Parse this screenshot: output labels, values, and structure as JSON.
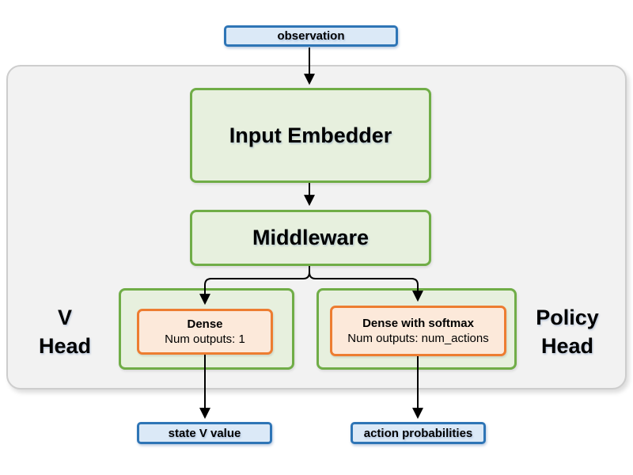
{
  "diagram": {
    "input": {
      "label": "observation"
    },
    "layers": {
      "input_embedder": {
        "label": "Input Embedder"
      },
      "middleware": {
        "label": "Middleware"
      }
    },
    "heads": {
      "v_head": {
        "title_line1": "V",
        "title_line2": "Head",
        "layer": {
          "name": "Dense",
          "outputs": "Num outputs: 1"
        },
        "output": {
          "label": "state V value"
        }
      },
      "policy_head": {
        "title_line1": "Policy",
        "title_line2": "Head",
        "layer": {
          "name": "Dense with softmax",
          "outputs": "Num outputs: num_actions"
        },
        "output": {
          "label": "action probabilities"
        }
      }
    }
  },
  "colors": {
    "blue_border": "#2e75b6",
    "blue_fill": "#dbe9f7",
    "green_border": "#70ad47",
    "green_fill": "#e7f0de",
    "orange_border": "#ed7d31",
    "orange_fill": "#fce9da",
    "container_fill": "#f2f2f2",
    "container_border": "#cdcdcd",
    "arrow": "#000000"
  }
}
